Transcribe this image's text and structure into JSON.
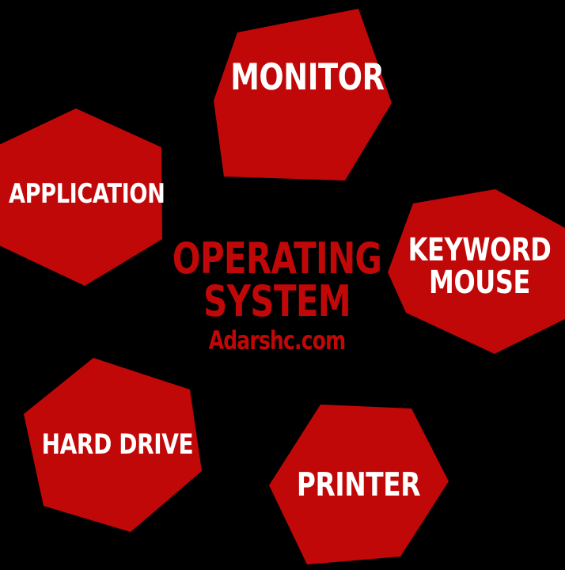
{
  "diagram": {
    "title": "Operating System concept map",
    "background_color": "#000000",
    "shape_fill_color": "#C00808",
    "node_text_color": "#FFFFFF",
    "center_text_color": "#C00808",
    "center": {
      "line1": "OPERATING",
      "line2": "SYSTEM",
      "attribution": "Adarshc.com"
    },
    "nodes": [
      {
        "id": "monitor",
        "label": "MONITOR",
        "shape": "hexagon",
        "position": "top"
      },
      {
        "id": "application",
        "label": "APPLICATION",
        "shape": "hexagon",
        "position": "left"
      },
      {
        "id": "keyword",
        "label": "KEYWORD\nMOUSE",
        "line1": "KEYWORD",
        "line2": "MOUSE",
        "shape": "hexagon",
        "position": "right"
      },
      {
        "id": "harddrive",
        "label": "HARD DRIVE",
        "shape": "hexagon",
        "position": "bottom-left"
      },
      {
        "id": "printer",
        "label": "PRINTER",
        "shape": "hexagon",
        "position": "bottom-right"
      }
    ]
  }
}
